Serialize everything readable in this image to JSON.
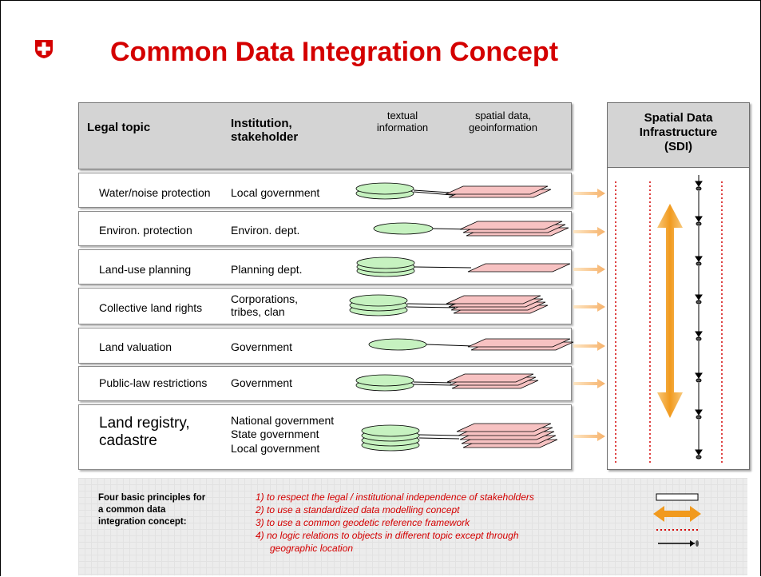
{
  "title": "Common Data Integration Concept",
  "header": {
    "legal_topic": "Legal topic",
    "institution": "Institution, stakeholder",
    "textual": "textual information",
    "spatial": "spatial data, geoinformation"
  },
  "rows": [
    {
      "legal": "Water/noise protection",
      "institution": [
        "Local government"
      ]
    },
    {
      "legal": "Environ. protection",
      "institution": [
        "Environ. dept."
      ]
    },
    {
      "legal": "Land-use planning",
      "institution": [
        "Planning dept."
      ]
    },
    {
      "legal": "Collective land rights",
      "institution": [
        "Corporations,",
        "tribes, clan"
      ]
    },
    {
      "legal": "Land valuation",
      "institution": [
        "Government"
      ]
    },
    {
      "legal": "Public-law restrictions",
      "institution": [
        "Government"
      ]
    },
    {
      "legal": "Land registry, cadastre",
      "institution": [
        "National government",
        "State government",
        "Local government"
      ]
    }
  ],
  "sdi": {
    "title_lines": [
      "Spatial Data",
      "Infrastructure",
      "(SDI)"
    ]
  },
  "principles": {
    "heading_lines": [
      "Four basic principles for",
      "a common data",
      "integration concept:"
    ],
    "items": [
      "1) to respect the legal / institutional independence of stakeholders",
      "2) to use a standardized data modelling concept",
      "3) to use a common geodetic reference framework",
      "4) no logic relations to objects in different topic except through",
      "geographic location"
    ]
  },
  "colors": {
    "title_red": "#d40000",
    "ellipse_green": "#c6f2c0",
    "plane_pink": "#f7c2c2",
    "arrow_orange": "#f5a623"
  },
  "icons": {
    "logo": "swiss-cross-shield-icon",
    "arrow": "orange-arrow-icon",
    "double_arrow": "orange-double-arrow-icon"
  }
}
